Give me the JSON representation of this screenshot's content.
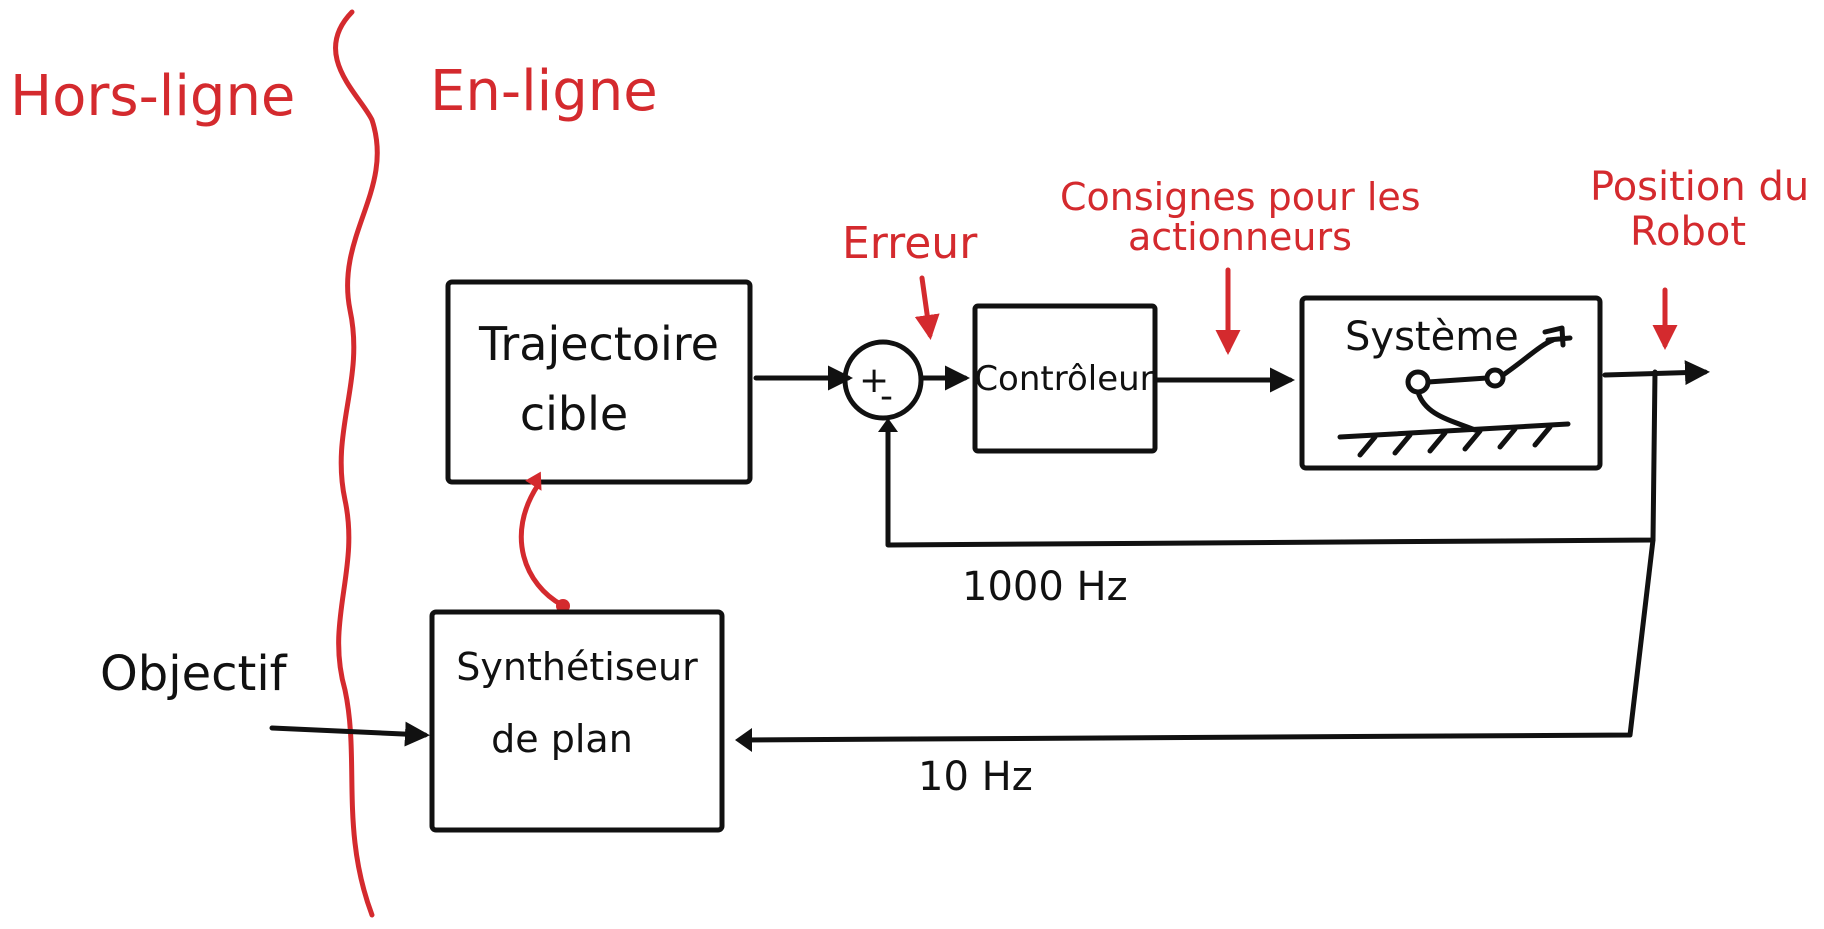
{
  "sections": {
    "offline": "Hors-ligne",
    "online": "En-ligne"
  },
  "blocks": {
    "target_trajectory": [
      "Trajectoire",
      "cible"
    ],
    "controller": "Contrôleur",
    "system": "Système",
    "plan_synthesizer": [
      "Synthétiseur",
      "de plan"
    ]
  },
  "summing_junction": {
    "plus": "+",
    "minus": "-"
  },
  "inputs": {
    "goal": "Objectif"
  },
  "annotations": {
    "error": "Erreur",
    "actuator_commands": [
      "Consignes pour les",
      "actionneurs"
    ],
    "robot_position": [
      "Position du",
      "Robot"
    ]
  },
  "rates": {
    "inner_loop": "1000 Hz",
    "outer_loop": "10 Hz"
  },
  "colors": {
    "ink": "#111111",
    "annotation": "#d42a2e"
  }
}
